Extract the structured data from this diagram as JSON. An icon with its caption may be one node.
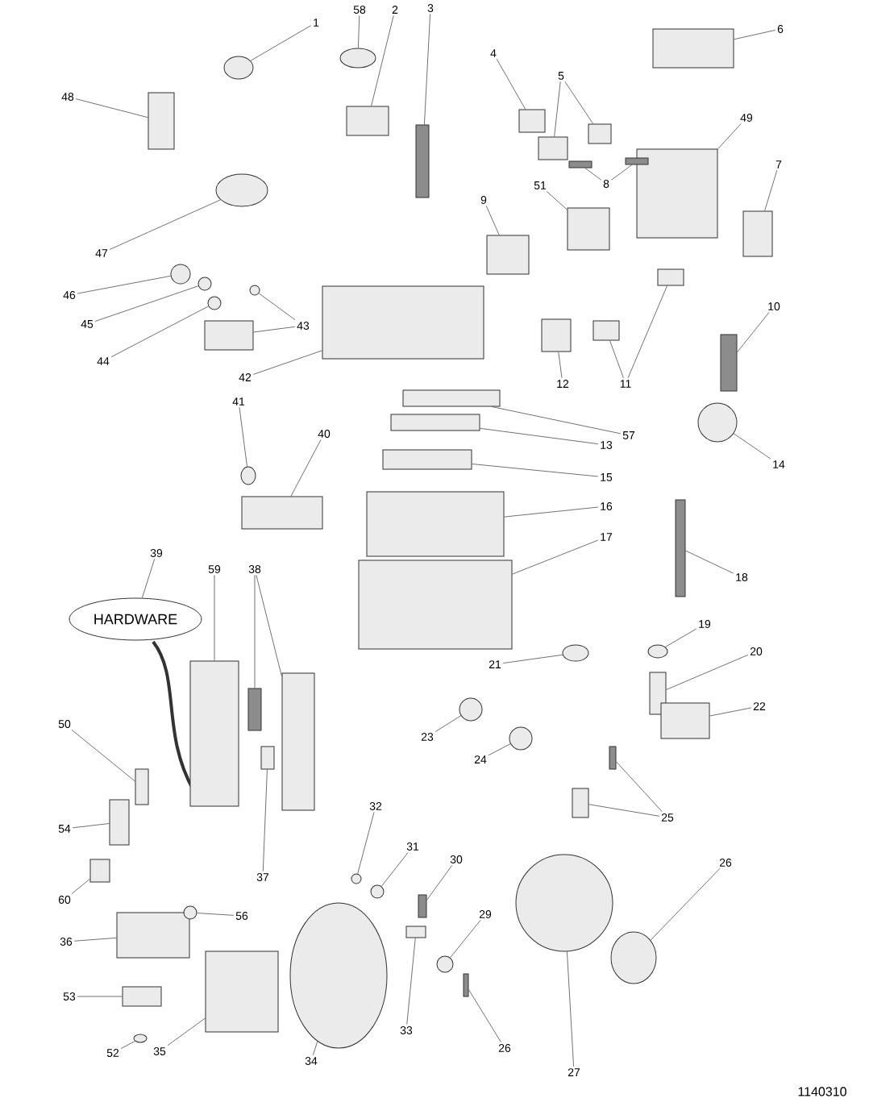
{
  "diagram": {
    "nodes": [
      {
        "text": [
          "1"
        ]
      },
      {
        "text": [
          "58"
        ]
      },
      {
        "text": [
          "2"
        ]
      },
      {
        "text": [
          "3"
        ]
      },
      {
        "text": [
          "4"
        ]
      },
      {
        "text": [
          "5"
        ]
      },
      {
        "text": [
          "6"
        ]
      },
      {
        "text": [
          "49"
        ]
      },
      {
        "text": [
          "7"
        ]
      },
      {
        "text": [
          "8"
        ]
      },
      {
        "text": [
          "51"
        ]
      },
      {
        "text": [
          "9"
        ]
      },
      {
        "text": [
          "10"
        ]
      },
      {
        "text": [
          "12"
        ]
      },
      {
        "text": [
          "11"
        ]
      },
      {
        "text": [
          "57"
        ]
      },
      {
        "text": [
          "13"
        ]
      },
      {
        "text": [
          "14"
        ]
      },
      {
        "text": [
          "15"
        ]
      },
      {
        "text": [
          "16"
        ]
      },
      {
        "text": [
          "17"
        ]
      },
      {
        "text": [
          "18"
        ]
      },
      {
        "text": [
          "19"
        ]
      },
      {
        "text": [
          "20"
        ]
      },
      {
        "text": [
          "21"
        ]
      },
      {
        "text": [
          "22"
        ]
      },
      {
        "text": [
          "23"
        ]
      },
      {
        "text": [
          "24"
        ]
      },
      {
        "text": [
          "25"
        ]
      },
      {
        "text": [
          "26"
        ]
      },
      {
        "text": [
          "48"
        ]
      },
      {
        "text": [
          "47"
        ]
      },
      {
        "text": [
          "46"
        ]
      },
      {
        "text": [
          "45"
        ]
      },
      {
        "text": [
          "44"
        ]
      },
      {
        "text": [
          "43"
        ]
      },
      {
        "text": [
          "42"
        ]
      },
      {
        "text": [
          "41"
        ]
      },
      {
        "text": [
          "40"
        ]
      },
      {
        "text": [
          "39"
        ]
      },
      {
        "text": [
          "HARDWARE"
        ]
      },
      {
        "text": [
          "59"
        ]
      },
      {
        "text": [
          "38"
        ]
      },
      {
        "text": [
          "50"
        ]
      },
      {
        "text": [
          "54"
        ]
      },
      {
        "text": [
          "60"
        ]
      },
      {
        "text": [
          "36"
        ]
      },
      {
        "text": [
          "56"
        ]
      },
      {
        "text": [
          "53"
        ]
      },
      {
        "text": [
          "52"
        ]
      },
      {
        "text": [
          "37"
        ]
      },
      {
        "text": [
          "32"
        ]
      },
      {
        "text": [
          "31"
        ]
      },
      {
        "text": [
          "30"
        ]
      },
      {
        "text": [
          "29"
        ]
      },
      {
        "text": [
          "33"
        ]
      },
      {
        "text": [
          "34"
        ]
      },
      {
        "text": [
          "35"
        ]
      },
      {
        "text": [
          "26"
        ]
      },
      {
        "text": [
          "27"
        ]
      },
      {
        "text": [],
        "shape": "circle"
      },
      {
        "text": [],
        "shape": "circle"
      },
      {
        "text": [],
        "shape": "box"
      },
      {
        "text": [],
        "shape": "bar"
      },
      {
        "text": [],
        "shape": "box"
      },
      {
        "text": [],
        "shape": "box"
      },
      {
        "text": [],
        "shape": "box"
      },
      {
        "text": [],
        "shape": "box"
      },
      {
        "text": [],
        "shape": "box"
      },
      {
        "text": [],
        "shape": "box"
      },
      {
        "text": [],
        "shape": "bar"
      },
      {
        "text": [],
        "shape": "bar"
      },
      {
        "text": [],
        "shape": "box"
      },
      {
        "text": [],
        "shape": "box"
      },
      {
        "text": [],
        "shape": "bar"
      },
      {
        "text": [],
        "shape": "box"
      },
      {
        "text": [],
        "shape": "box"
      },
      {
        "text": [],
        "shape": "box"
      },
      {
        "text": [],
        "shape": "box"
      },
      {
        "text": [],
        "shape": "box"
      },
      {
        "text": [],
        "shape": "circle"
      },
      {
        "text": [],
        "shape": "box"
      },
      {
        "text": [],
        "shape": "box"
      },
      {
        "text": [],
        "shape": "box"
      },
      {
        "text": [],
        "shape": "bar"
      },
      {
        "text": [],
        "shape": "circle"
      },
      {
        "text": [],
        "shape": "box"
      },
      {
        "text": [],
        "shape": "circle"
      },
      {
        "text": [],
        "shape": "box"
      },
      {
        "text": [],
        "shape": "circle"
      },
      {
        "text": [],
        "shape": "circle"
      },
      {
        "text": [],
        "shape": "bar"
      },
      {
        "text": [],
        "shape": "box"
      },
      {
        "text": [],
        "shape": "circle"
      },
      {
        "text": [],
        "shape": "box"
      },
      {
        "text": [],
        "shape": "circle"
      },
      {
        "text": [],
        "shape": "circle"
      },
      {
        "text": [],
        "shape": "circle"
      },
      {
        "text": [],
        "shape": "circle"
      },
      {
        "text": [],
        "shape": "circle"
      },
      {
        "text": [],
        "shape": "box"
      },
      {
        "text": [],
        "shape": "box"
      },
      {
        "text": [],
        "shape": "circle"
      },
      {
        "text": [],
        "shape": "box"
      },
      {
        "text": [],
        "shape": "box"
      },
      {
        "text": [],
        "shape": "bar"
      },
      {
        "text": [],
        "shape": "box"
      },
      {
        "text": [],
        "shape": "box"
      },
      {
        "text": [],
        "shape": "box"
      },
      {
        "text": [],
        "shape": "box"
      },
      {
        "text": [],
        "shape": "box"
      },
      {
        "text": [],
        "shape": "circle"
      },
      {
        "text": [],
        "shape": "box"
      },
      {
        "text": [],
        "shape": "circle"
      },
      {
        "text": [],
        "shape": "box"
      },
      {
        "text": [],
        "shape": "circle"
      },
      {
        "text": [],
        "shape": "circle"
      },
      {
        "text": [],
        "shape": "bar"
      },
      {
        "text": [],
        "shape": "circle"
      },
      {
        "text": [],
        "shape": "box"
      },
      {
        "text": [],
        "shape": "circle"
      },
      {
        "text": [],
        "shape": "box"
      },
      {
        "text": [],
        "shape": "bar"
      },
      {
        "text": [],
        "shape": "circle"
      }
    ],
    "edges": [
      {
        "from": 0,
        "to": 60,
        "arrow": "none"
      },
      {
        "from": 1,
        "to": 61,
        "arrow": "none"
      },
      {
        "from": 2,
        "to": 62,
        "arrow": "none"
      },
      {
        "from": 3,
        "to": 63,
        "arrow": "none"
      },
      {
        "from": 4,
        "to": 64,
        "arrow": "none"
      },
      {
        "from": 5,
        "to": 65,
        "arrow": "none"
      },
      {
        "from": 5,
        "to": 66,
        "arrow": "none"
      },
      {
        "from": 6,
        "to": 67,
        "arrow": "none"
      },
      {
        "from": 7,
        "to": 68,
        "arrow": "none"
      },
      {
        "from": 8,
        "to": 69,
        "arrow": "none"
      },
      {
        "from": 9,
        "to": 70,
        "arrow": "none"
      },
      {
        "from": 9,
        "to": 71,
        "arrow": "none"
      },
      {
        "from": 10,
        "to": 72,
        "arrow": "none"
      },
      {
        "from": 11,
        "to": 73,
        "arrow": "none"
      },
      {
        "from": 12,
        "to": 74,
        "arrow": "none"
      },
      {
        "from": 13,
        "to": 75,
        "arrow": "none"
      },
      {
        "from": 14,
        "to": 76,
        "arrow": "none"
      },
      {
        "from": 14,
        "to": 77,
        "arrow": "none"
      },
      {
        "from": 15,
        "to": 78,
        "arrow": "none"
      },
      {
        "from": 16,
        "to": 79,
        "arrow": "none"
      },
      {
        "from": 17,
        "to": 80,
        "arrow": "none"
      },
      {
        "from": 18,
        "to": 81,
        "arrow": "none"
      },
      {
        "from": 19,
        "to": 82,
        "arrow": "none"
      },
      {
        "from": 20,
        "to": 83,
        "arrow": "none"
      },
      {
        "from": 21,
        "to": 84,
        "arrow": "none"
      },
      {
        "from": 22,
        "to": 85,
        "arrow": "none"
      },
      {
        "from": 23,
        "to": 86,
        "arrow": "none"
      },
      {
        "from": 24,
        "to": 87,
        "arrow": "none"
      },
      {
        "from": 25,
        "to": 88,
        "arrow": "none"
      },
      {
        "from": 26,
        "to": 89,
        "arrow": "none"
      },
      {
        "from": 27,
        "to": 90,
        "arrow": "none"
      },
      {
        "from": 28,
        "to": 91,
        "arrow": "none"
      },
      {
        "from": 28,
        "to": 92,
        "arrow": "none"
      },
      {
        "from": 29,
        "to": 93,
        "arrow": "none"
      },
      {
        "from": 30,
        "to": 94,
        "arrow": "none"
      },
      {
        "from": 31,
        "to": 95,
        "arrow": "none"
      },
      {
        "from": 32,
        "to": 96,
        "arrow": "none"
      },
      {
        "from": 33,
        "to": 97,
        "arrow": "none"
      },
      {
        "from": 34,
        "to": 98,
        "arrow": "none"
      },
      {
        "from": 35,
        "to": 99,
        "arrow": "none"
      },
      {
        "from": 35,
        "to": 100,
        "arrow": "none"
      },
      {
        "from": 36,
        "to": 101,
        "arrow": "none"
      },
      {
        "from": 37,
        "to": 102,
        "arrow": "none"
      },
      {
        "from": 38,
        "to": 103,
        "arrow": "none"
      },
      {
        "from": 39,
        "to": 40,
        "arrow": "none"
      },
      {
        "from": 41,
        "to": 104,
        "arrow": "none"
      },
      {
        "from": 42,
        "to": 105,
        "arrow": "none"
      },
      {
        "from": 42,
        "to": 106,
        "arrow": "none"
      },
      {
        "from": 43,
        "to": 107,
        "arrow": "none"
      },
      {
        "from": 44,
        "to": 108,
        "arrow": "none"
      },
      {
        "from": 45,
        "to": 109,
        "arrow": "none"
      },
      {
        "from": 46,
        "to": 110,
        "arrow": "none"
      },
      {
        "from": 47,
        "to": 111,
        "arrow": "none"
      },
      {
        "from": 48,
        "to": 112,
        "arrow": "none"
      },
      {
        "from": 49,
        "to": 113,
        "arrow": "none"
      },
      {
        "from": 50,
        "to": 114,
        "arrow": "none"
      },
      {
        "from": 51,
        "to": 115,
        "arrow": "none"
      },
      {
        "from": 52,
        "to": 116,
        "arrow": "none"
      },
      {
        "from": 53,
        "to": 117,
        "arrow": "none"
      },
      {
        "from": 54,
        "to": 118,
        "arrow": "none"
      },
      {
        "from": 55,
        "to": 119,
        "arrow": "none"
      },
      {
        "from": 56,
        "to": 120,
        "arrow": "none"
      },
      {
        "from": 57,
        "to": 121,
        "arrow": "none"
      },
      {
        "from": 58,
        "to": 122,
        "arrow": "none"
      },
      {
        "from": 59,
        "to": 123,
        "arrow": "none"
      }
    ],
    "labels": [
      "1140310"
    ]
  }
}
